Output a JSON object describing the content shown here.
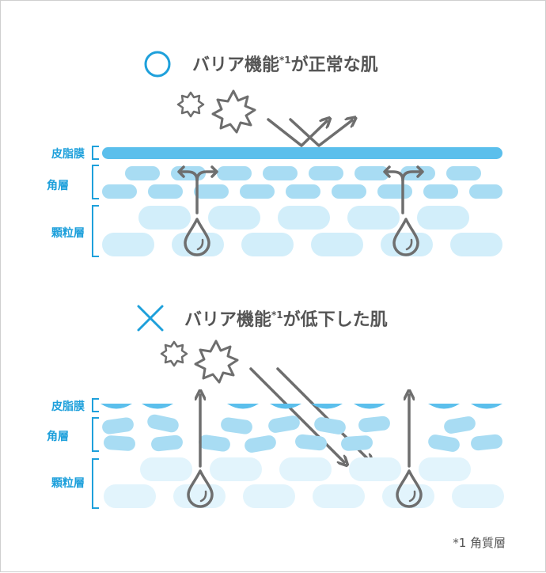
{
  "panels": {
    "normal": {
      "mark": "○",
      "title_main": "バリア機能",
      "title_sup": "*1",
      "title_rest": "が正常な肌",
      "labels": [
        "皮脂膜",
        "角層",
        "顆粒層"
      ]
    },
    "damaged": {
      "mark": "×",
      "title_main": "バリア機能",
      "title_sup": "*1",
      "title_rest": "が低下した肌",
      "labels": [
        "皮脂膜",
        "角層",
        "顆粒層"
      ]
    }
  },
  "footnote": "*1 角質層",
  "colors": {
    "accent": "#1ea0db",
    "sebum": "#5bbfec",
    "stratum_corneum": "#a8dcf3",
    "granular_normal": "#d2eefa",
    "granular_damaged": "#e2f4fc",
    "arrow": "#6e6e6e",
    "title_text": "#555555"
  },
  "icons": {
    "good_mark": "circle-icon",
    "bad_mark": "cross-icon",
    "irritant": "starburst-icon",
    "moisture": "water-drop-icon"
  }
}
